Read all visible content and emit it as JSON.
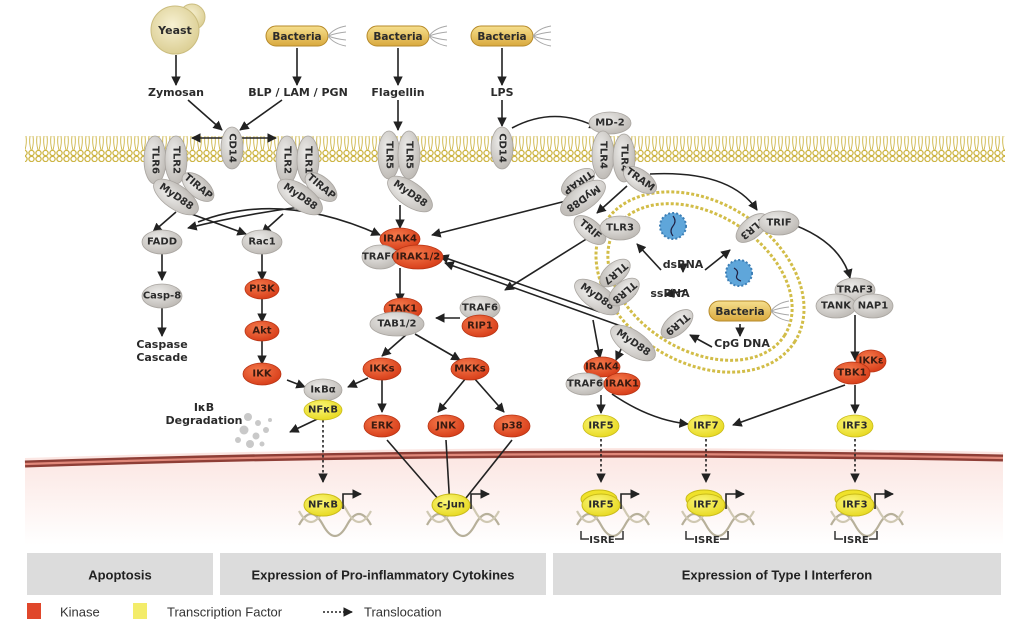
{
  "title": "Toll-like Receptor Signaling Pathway",
  "colors": {
    "kinase": "#e8502a",
    "transcription_factor": "#f2ea3a",
    "adaptor": "#d3d0cc",
    "membrane": "#d6c04a",
    "nucleus_membrane": "#b85a50",
    "bacteria": "#e8c766",
    "yeast": "#ece3b5",
    "virus": "#5a9fd4",
    "category_bar": "#dcdcdc"
  },
  "pathogens": {
    "yeast": "Yeast",
    "bacteria_1": "Bacteria",
    "bacteria_2": "Bacteria",
    "bacteria_3": "Bacteria",
    "bacteria_endo": "Bacteria"
  },
  "ligands": {
    "zymosan": "Zymosan",
    "blp": "BLP / LAM / PGN",
    "flagellin": "Flagellin",
    "lps": "LPS",
    "dsrna": "dsRNA",
    "ssrna": "ssRNA",
    "cpg": "CpG DNA"
  },
  "receptors": {
    "tlr6": "TLR6",
    "tlr2a": "TLR2",
    "cd14a": "CD14",
    "tlr2b": "TLR2",
    "tlr1": "TLR1",
    "tlr5a": "TLR5",
    "tlr5b": "TLR5",
    "cd14b": "CD14",
    "md2": "MD-2",
    "tlr4a": "TLR4",
    "tlr4b": "TLR4",
    "tlr3a": "TLR3",
    "tlr3b": "TLR3",
    "tlr7": "TLR7",
    "tlr8": "TLR8",
    "tlr9": "TLR9"
  },
  "adaptors": {
    "tirap1": "TIRAP",
    "myd88_1": "MyD88",
    "tirap2": "TIRAP",
    "myd88_2": "MyD88",
    "myd88_3": "MyD88",
    "tirap3": "TIRAP",
    "myd88_4": "MyD88",
    "tram": "TRAM",
    "trif1": "TRIF",
    "trif2": "TRIF",
    "myd88_5": "MyD88",
    "myd88_6": "MyD88",
    "fadd": "FADD",
    "casp8": "Casp-8",
    "rac1": "Rac1",
    "traf6a": "TRAF6",
    "tab12": "TAB1/2",
    "traf6b": "TRAF6",
    "traf6c": "TRAF6",
    "traf3": "TRAF3",
    "tank": "TANK",
    "nap1": "NAP1",
    "ikba": "IκBα"
  },
  "kinases": {
    "pi3k": "PI3K",
    "akt": "Akt",
    "ikk": "IKK",
    "irak4a": "IRAK4",
    "irak12": "IRAK1/2",
    "tak1": "TAK1",
    "rip1": "RIP1",
    "ikks": "IKKs",
    "mkks": "MKKs",
    "erk": "ERK",
    "jnk": "JNK",
    "p38": "p38",
    "irak4b": "IRAK4",
    "irak1": "IRAK1",
    "tbk1": "TBK1",
    "ikke": "IKKε"
  },
  "transcription_factors": {
    "nfkb": "NFκB",
    "irf5": "IRF5",
    "irf7": "IRF7",
    "irf3": "IRF3"
  },
  "texts": {
    "caspase_cascade_1": "Caspase",
    "caspase_cascade_2": "Cascade",
    "ikb_deg_1": "IκB",
    "ikb_deg_2": "Degradation"
  },
  "nucleus": {
    "nfkb": "NFκB",
    "cjun": "c-Jun",
    "irf5": "IRF5",
    "irf7": "IRF7",
    "irf3": "IRF3",
    "isre": "ISRE"
  },
  "categories": [
    {
      "label": "Apoptosis"
    },
    {
      "label": "Expression of Pro-inflammatory Cytokines"
    },
    {
      "label": "Expression of Type I Interferon"
    }
  ],
  "legend": [
    {
      "label": "Kinase",
      "type": "kinase"
    },
    {
      "label": "Transcription Factor",
      "type": "transcription_factor"
    },
    {
      "label": "Translocation",
      "type": "translocation"
    }
  ]
}
